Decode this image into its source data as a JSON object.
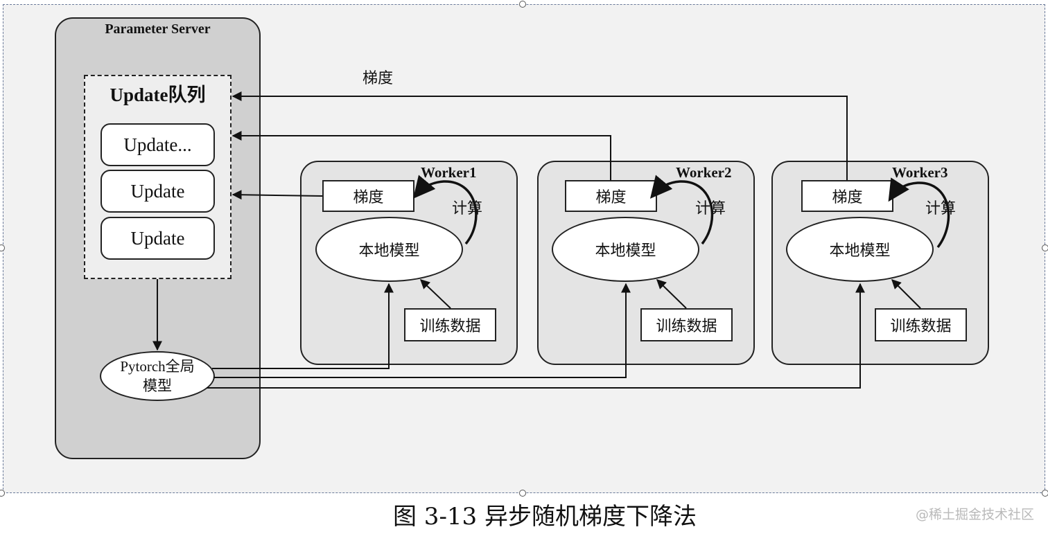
{
  "parameter_server": {
    "title": "Parameter Server",
    "queue_title": "Update队列",
    "queue_items": [
      "Update...",
      "Update",
      "Update"
    ],
    "global_model_line1": "Pytorch全局",
    "global_model_line2": "模型"
  },
  "arrow_label_gradient": "梯度",
  "workers": [
    {
      "title": "Worker1",
      "gradient": "梯度",
      "compute": "计算",
      "local_model": "本地模型",
      "training_data": "训练数据"
    },
    {
      "title": "Worker2",
      "gradient": "梯度",
      "compute": "计算",
      "local_model": "本地模型",
      "training_data": "训练数据"
    },
    {
      "title": "Worker3",
      "gradient": "梯度",
      "compute": "计算",
      "local_model": "本地模型",
      "training_data": "训练数据"
    }
  ],
  "caption": "图 3-13  异步随机梯度下降法",
  "watermark": "@稀土掘金技术社区"
}
